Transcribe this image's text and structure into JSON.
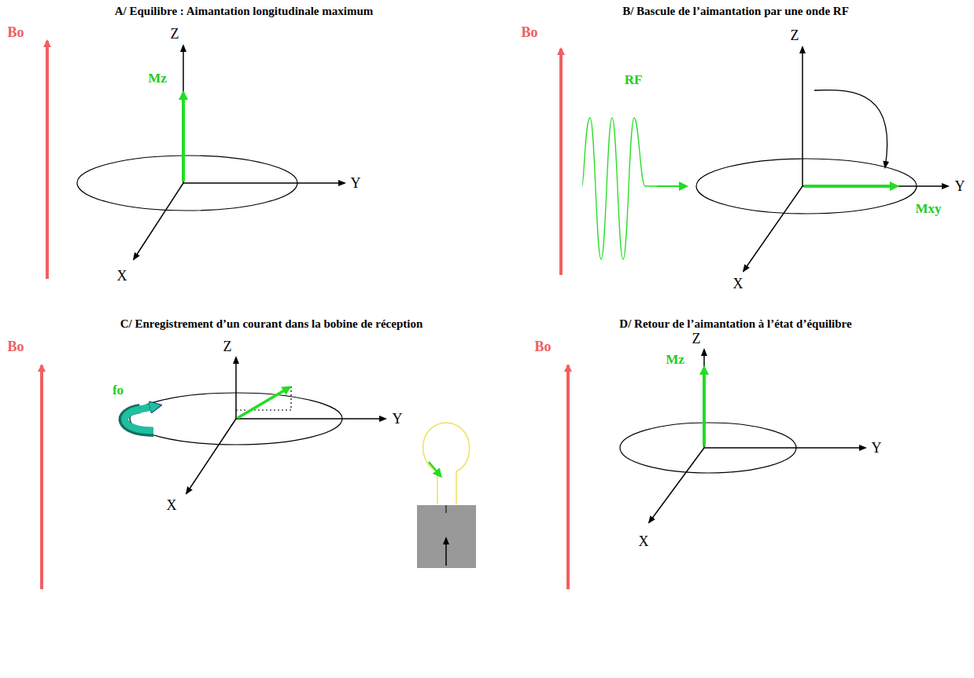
{
  "diagram": {
    "labels": [
      "A/ Equilibre : Aimantation longitudinale maximum",
      "B/ Bascule de l’aimantation par une onde RF",
      "C/ Enregistrement d’un courant dans la bobine de réception",
      "D/ Retour de l’aimantation à l’état d’équilibre",
      "Bo",
      "Z",
      "Y",
      "X",
      "Mz",
      "Bo",
      "RF",
      "Z",
      "Y",
      "X",
      "Mxy",
      "Bo",
      "fo",
      "Z",
      "Y",
      "X",
      "Bo",
      "Z",
      "Mz",
      "Y",
      "X"
    ]
  }
}
